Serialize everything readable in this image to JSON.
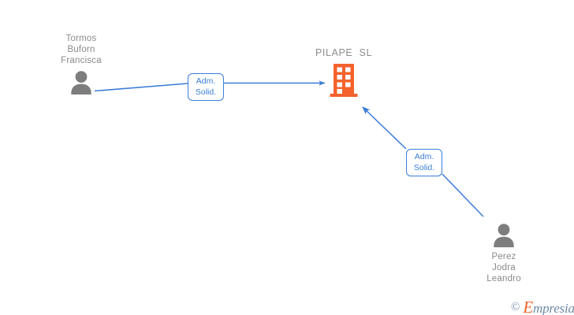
{
  "graph": {
    "background_color": "#ffffff",
    "edge_color": "#3b7dd8",
    "company_color": "#f4622d",
    "person_color": "#7d7d7d",
    "label_text_color": "#8a8a8a"
  },
  "company": {
    "name": "PILAPE  SL",
    "icon": "building-icon"
  },
  "persons": [
    {
      "id": "tormos-buforn-francisca",
      "name": "Tormos\nBuforn\nFrancisca",
      "icon": "person-icon"
    },
    {
      "id": "perez-jodra-leandro",
      "name": "Perez\nJodra\nLeandro",
      "icon": "person-icon"
    }
  ],
  "edges": [
    {
      "id": "edge-tormos-to-pilape",
      "from": "tormos-buforn-francisca",
      "to": "company",
      "label": "Adm.\nSolid.",
      "direction": "to-company"
    },
    {
      "id": "edge-perez-to-pilape",
      "from": "perez-jodra-leandro",
      "to": "company",
      "label": "Adm.\nSolid.",
      "direction": "to-company"
    }
  ],
  "watermark": {
    "copyright": "©",
    "brand_first": "E",
    "brand_rest": "mpresia"
  }
}
